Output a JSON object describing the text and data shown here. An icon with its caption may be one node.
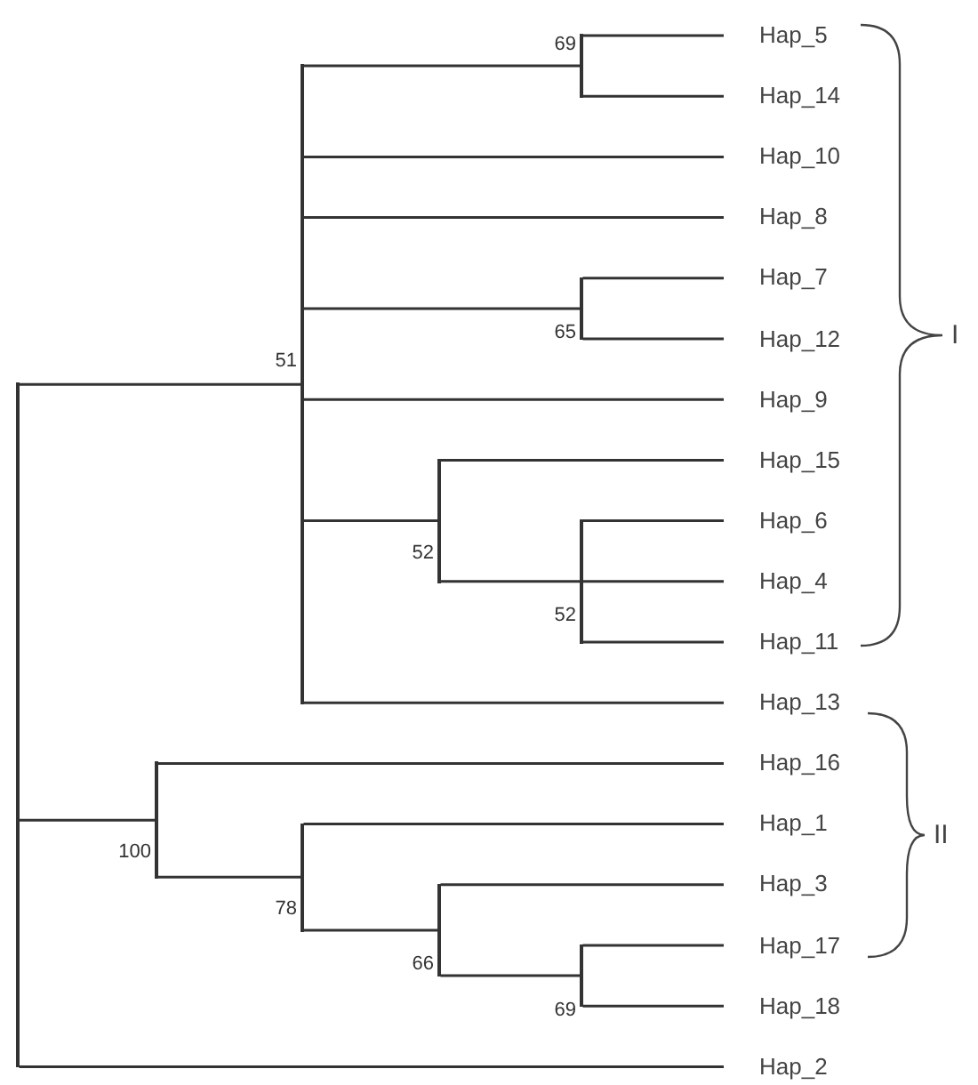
{
  "diagram": {
    "nodes": [
      {
        "text": [
          "Hap_5"
        ]
      },
      {
        "text": [
          "Hap_14"
        ]
      },
      {
        "text": [
          "Hap_10"
        ]
      },
      {
        "text": [
          "Hap_8"
        ]
      },
      {
        "text": [
          "Hap_7"
        ]
      },
      {
        "text": [
          "Hap_12"
        ]
      },
      {
        "text": [
          "Hap_9"
        ]
      },
      {
        "text": [
          "Hap_15"
        ]
      },
      {
        "text": [
          "Hap_6"
        ]
      },
      {
        "text": [
          "Hap_4"
        ]
      },
      {
        "text": [
          "Hap_11"
        ]
      },
      {
        "text": [
          "Hap_13"
        ]
      },
      {
        "text": [
          "Hap_16"
        ]
      },
      {
        "text": [
          "Hap_1"
        ]
      },
      {
        "text": [
          "Hap_3"
        ]
      },
      {
        "text": [
          "Hap_17"
        ]
      },
      {
        "text": [
          "Hap_18"
        ]
      },
      {
        "text": [
          "Hap_2"
        ]
      },
      {
        "text": [],
        "shape": "bar"
      },
      {
        "text": [],
        "shape": "bar",
        "beside": [
          "51"
        ]
      },
      {
        "text": [],
        "shape": "bar",
        "beside": [
          "100"
        ]
      },
      {
        "text": [],
        "shape": "bar",
        "beside": [
          "78"
        ]
      },
      {
        "text": [],
        "shape": "bar",
        "beside": [
          "69"
        ]
      },
      {
        "text": [],
        "shape": "bar",
        "beside": [
          "65"
        ]
      },
      {
        "text": [],
        "shape": "bar",
        "beside": [
          "52"
        ]
      },
      {
        "text": [],
        "shape": "bar",
        "beside": [
          "66"
        ]
      },
      {
        "text": [],
        "shape": "bar",
        "beside": [
          "52"
        ]
      },
      {
        "text": [],
        "shape": "bar",
        "beside": [
          "69"
        ]
      }
    ],
    "edges": [
      {
        "from": 18,
        "to": 19,
        "arrow": "none"
      },
      {
        "from": 18,
        "to": 20,
        "arrow": "none"
      },
      {
        "from": 18,
        "to": 17,
        "arrow": "none"
      },
      {
        "from": 19,
        "to": 22,
        "arrow": "none"
      },
      {
        "from": 19,
        "to": 2,
        "arrow": "none"
      },
      {
        "from": 19,
        "to": 3,
        "arrow": "none"
      },
      {
        "from": 19,
        "to": 23,
        "arrow": "none"
      },
      {
        "from": 19,
        "to": 6,
        "arrow": "none"
      },
      {
        "from": 19,
        "to": 24,
        "arrow": "none"
      },
      {
        "from": 19,
        "to": 11,
        "arrow": "none"
      },
      {
        "from": 22,
        "to": 0,
        "arrow": "none"
      },
      {
        "from": 22,
        "to": 1,
        "arrow": "none"
      },
      {
        "from": 23,
        "to": 4,
        "arrow": "none"
      },
      {
        "from": 23,
        "to": 5,
        "arrow": "none"
      },
      {
        "from": 24,
        "to": 7,
        "arrow": "none"
      },
      {
        "from": 24,
        "to": 26,
        "arrow": "none"
      },
      {
        "from": 26,
        "to": 8,
        "arrow": "none"
      },
      {
        "from": 26,
        "to": 9,
        "arrow": "none"
      },
      {
        "from": 26,
        "to": 10,
        "arrow": "none"
      },
      {
        "from": 20,
        "to": 12,
        "arrow": "none"
      },
      {
        "from": 20,
        "to": 21,
        "arrow": "none"
      },
      {
        "from": 21,
        "to": 13,
        "arrow": "none"
      },
      {
        "from": 21,
        "to": 25,
        "arrow": "none"
      },
      {
        "from": 25,
        "to": 14,
        "arrow": "none"
      },
      {
        "from": 25,
        "to": 27,
        "arrow": "none"
      },
      {
        "from": 27,
        "to": 15,
        "arrow": "none"
      },
      {
        "from": 27,
        "to": 16,
        "arrow": "none"
      }
    ],
    "labels": [
      "I",
      "II"
    ]
  }
}
